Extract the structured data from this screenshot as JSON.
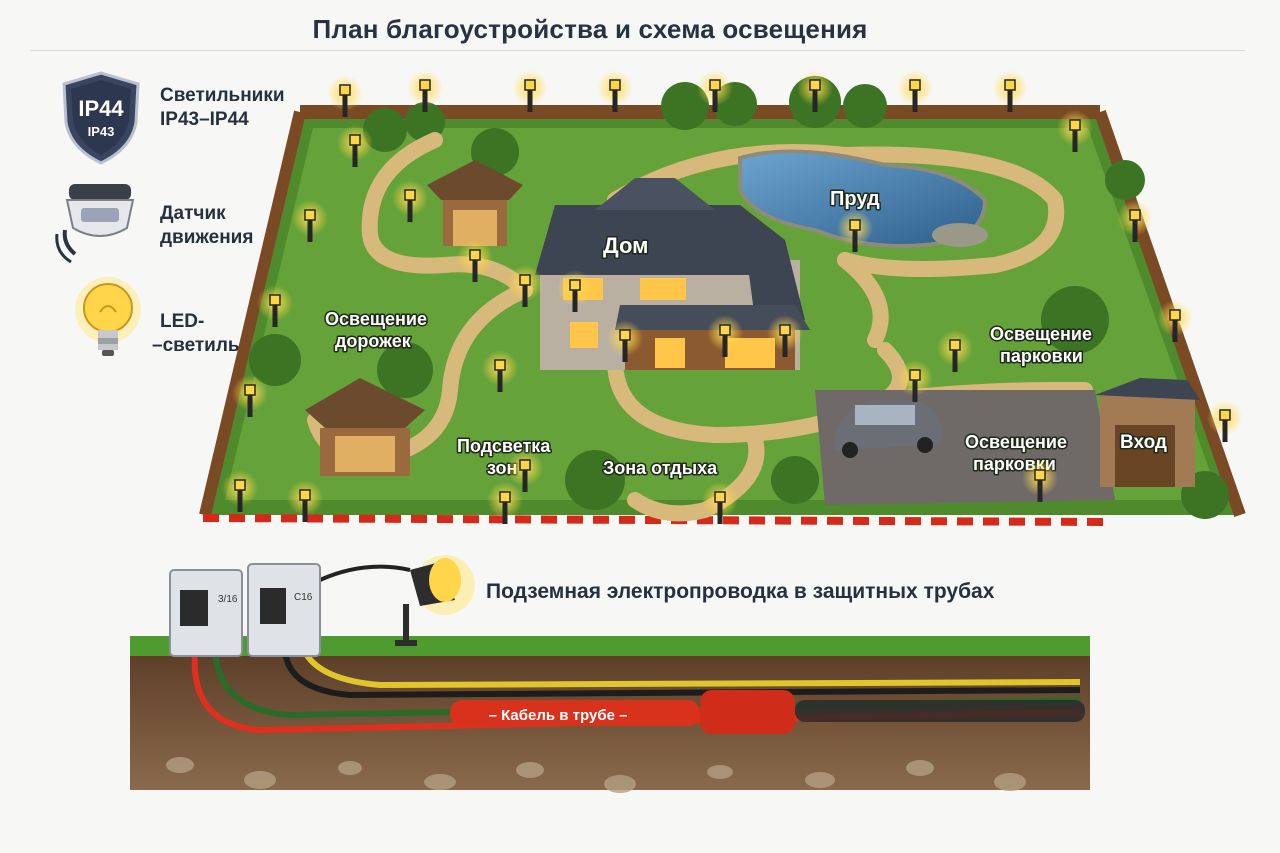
{
  "title": "План благоустройства и схема освещения",
  "legend": {
    "ip": {
      "badge_main": "IP44",
      "badge_sub": "IP43",
      "label_line1": "Светильники",
      "label_line2": "IP43–IP44"
    },
    "sensor": {
      "label_line1": "Датчик",
      "label_line2": "движения"
    },
    "led": {
      "label_line1": "LED-",
      "label_line2": "–светильник"
    }
  },
  "plan": {
    "labels": {
      "pond": "Пруд",
      "house": "Дом",
      "paths_line1": "Освещение",
      "paths_line2": "дорожек",
      "parking_top_line1": "Освещение",
      "parking_top_line2": "парковки",
      "zones_line1": "Подсветка",
      "zones_line2": "зон",
      "rest": "Зона отдыха",
      "parking_line1": "Освещение",
      "parking_line2": "парковки",
      "entrance": "Вход"
    }
  },
  "section": {
    "caption": "Подземная электропроводка в защитных трубах",
    "pipe_label": "– Кабель в трубе –",
    "breaker1": "3/16",
    "breaker2": "C16"
  },
  "colors": {
    "grass": "#5f9a35",
    "path": "#d8b97c",
    "water": "#3f79a8",
    "roof": "#3d4452",
    "lamp_glow": "#ffd94a",
    "pipe": "#d8321d",
    "soil": "#6a4b32"
  }
}
